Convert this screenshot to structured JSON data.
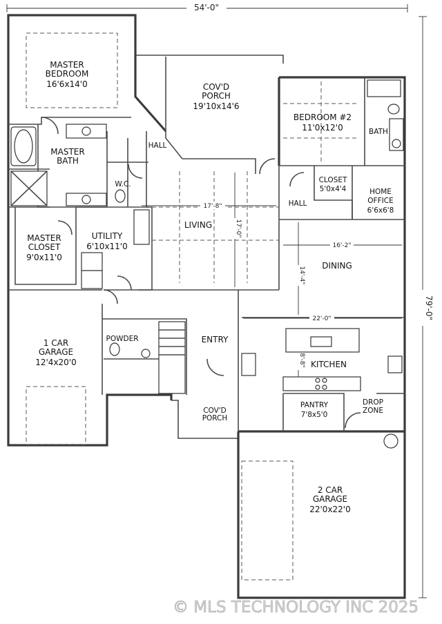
{
  "dimensions": {
    "overall_width": "54'-0\"",
    "overall_depth": "79'-0\"",
    "living_width": "17'-8\"",
    "living_depth": "17'-0\"",
    "dining_width": "16'-2\"",
    "dining_depth": "14'-4\"",
    "kitchen_width": "22'-0\"",
    "kitchen_depth": "8'-8\""
  },
  "rooms": {
    "master_bedroom": {
      "name": [
        "MASTER",
        "BEDROOM"
      ],
      "size": "16'6x14'0"
    },
    "covd_porch_rear": {
      "name": [
        "COV'D",
        "PORCH"
      ],
      "size": "19'10x14'6"
    },
    "bedroom2": {
      "name": [
        "BEDROOM #2"
      ],
      "size": "11'0x12'0"
    },
    "bath": {
      "name": [
        "BATH"
      ]
    },
    "hall_upper": {
      "name": [
        "HALL"
      ]
    },
    "master_bath": {
      "name": [
        "MASTER",
        "BATH"
      ]
    },
    "wc": {
      "name": [
        "W.C."
      ]
    },
    "closet": {
      "name": [
        "CLOSET"
      ],
      "size": "5'0x4'4"
    },
    "home_office": {
      "name": [
        "HOME",
        "OFFICE"
      ],
      "size": "6'6x6'8"
    },
    "hall_right": {
      "name": [
        "HALL"
      ]
    },
    "living": {
      "name": [
        "LIVING"
      ]
    },
    "master_closet": {
      "name": [
        "MASTER",
        "CLOSET"
      ],
      "size": "9'0x11'0"
    },
    "utility": {
      "name": [
        "UTILITY"
      ],
      "size": "6'10x11'0"
    },
    "dining": {
      "name": [
        "DINING"
      ]
    },
    "garage1": {
      "name": [
        "1 CAR",
        "GARAGE"
      ],
      "size": "12'4x20'0"
    },
    "powder": {
      "name": [
        "POWDER"
      ]
    },
    "entry": {
      "name": [
        "ENTRY"
      ]
    },
    "kitchen": {
      "name": [
        "KITCHEN"
      ]
    },
    "covd_porch_front": {
      "name": [
        "COV'D",
        "PORCH"
      ]
    },
    "pantry": {
      "name": [
        "PANTRY"
      ],
      "size": "7'8x5'0"
    },
    "drop_zone": {
      "name": [
        "DROP",
        "ZONE"
      ]
    },
    "garage2": {
      "name": [
        "2 CAR",
        "GARAGE"
      ],
      "size": "22'0x22'0"
    }
  },
  "watermark": "© MLS TECHNOLOGY INC 2025"
}
